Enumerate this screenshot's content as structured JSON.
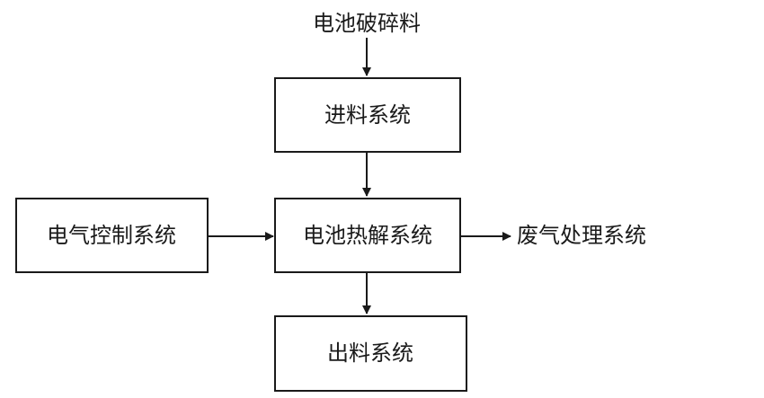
{
  "diagram": {
    "input_label": "电池破碎料",
    "nodes": {
      "feed": "进料系统",
      "control": "电气控制系统",
      "pyrolysis": "电池热解系统",
      "discharge": "出料系统"
    },
    "output_label": "废气处理系统",
    "edges": [
      {
        "from": "电池破碎料",
        "to": "进料系统"
      },
      {
        "from": "进料系统",
        "to": "电池热解系统"
      },
      {
        "from": "电气控制系统",
        "to": "电池热解系统"
      },
      {
        "from": "电池热解系统",
        "to": "废气处理系统"
      },
      {
        "from": "电池热解系统",
        "to": "出料系统"
      }
    ],
    "colors": {
      "stroke": "#1a1a1a",
      "background": "#ffffff"
    }
  }
}
